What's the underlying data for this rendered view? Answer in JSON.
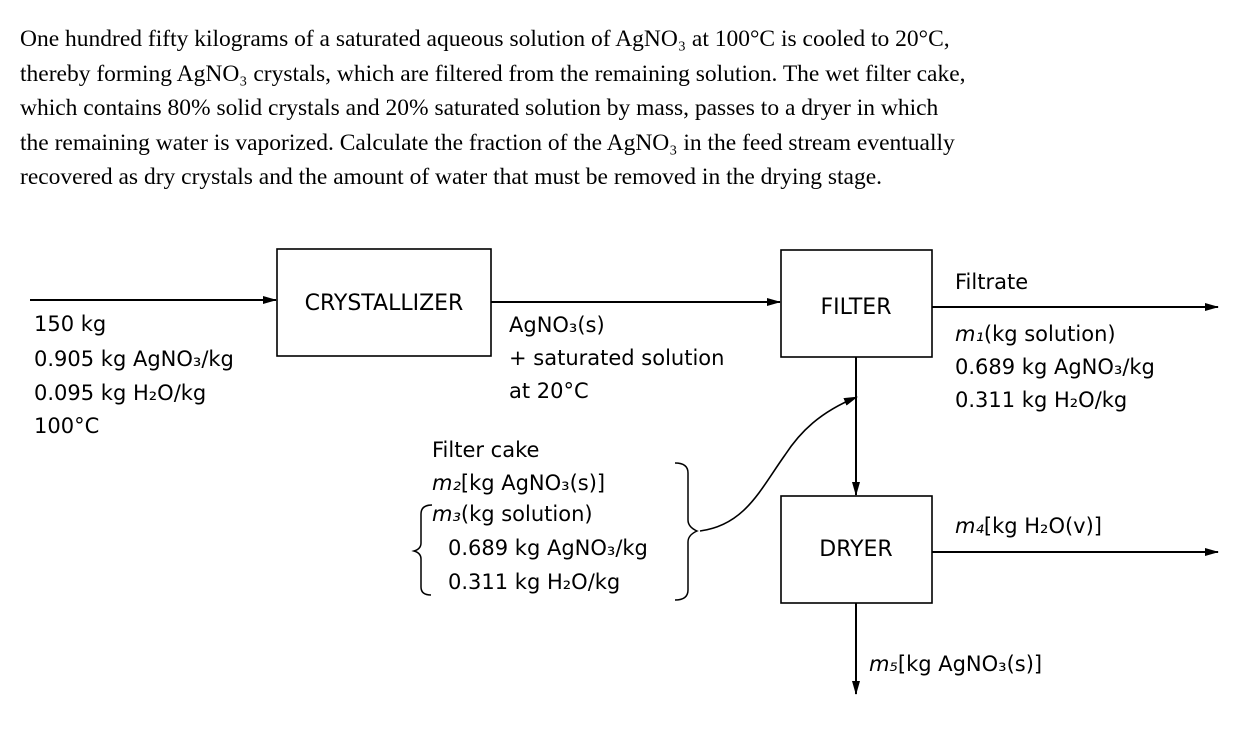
{
  "problem": {
    "lines": [
      "One hundred fifty kilograms of a saturated aqueous solution of AgNO₃ at 100°C is cooled to 20°C,",
      "thereby forming AgNO₃ crystals, which are filtered from the remaining solution. The wet filter cake,",
      "which contains 80% solid crystals and 20% saturated solution by mass, passes to a dryer in which",
      "the remaining water is vaporized. Calculate the fraction of the AgNO₃ in the feed stream eventually",
      "recovered as dry crystals and the amount of water that must be removed in the drying stage."
    ]
  },
  "units": {
    "crystallizer": "CRYSTALLIZER",
    "filter": "FILTER",
    "dryer": "DRYER"
  },
  "streams": {
    "feed": {
      "mass": "150 kg",
      "agno3": "0.905 kg AgNO₃/kg",
      "h2o": "0.095 kg H₂O/kg",
      "temp": "100°C"
    },
    "crystallizer_out": {
      "line1": "AgNO₃(s)",
      "line2": "+ saturated solution",
      "line3": "at 20°C"
    },
    "filtrate": {
      "title": "Filtrate",
      "m1": "m₁",
      "m1_unit": "(kg solution)",
      "agno3": "0.689 kg AgNO₃/kg",
      "h2o": "0.311 kg H₂O/kg"
    },
    "filter_cake": {
      "title": "Filter cake",
      "m2": "m₂",
      "m2_unit": "[kg AgNO₃(s)]",
      "m3": "m₃",
      "m3_unit": "(kg solution)",
      "agno3": "0.689 kg AgNO₃/kg",
      "h2o": "0.311 kg H₂O/kg"
    },
    "vapor": {
      "m4": "m₄",
      "m4_unit": "[kg H₂O(v)]"
    },
    "product": {
      "m5": "m₅",
      "m5_unit": "[kg AgNO₃(s)]"
    }
  }
}
